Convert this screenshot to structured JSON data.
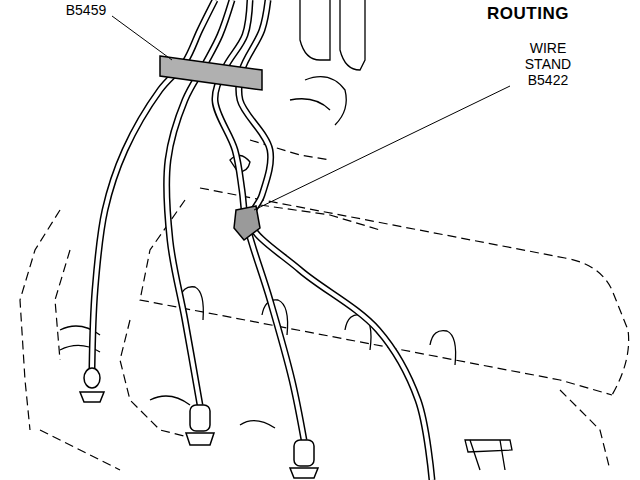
{
  "diagram": {
    "title": "ROUTING",
    "labels": [
      "B5459",
      "WIRE STAND B5422"
    ]
  }
}
